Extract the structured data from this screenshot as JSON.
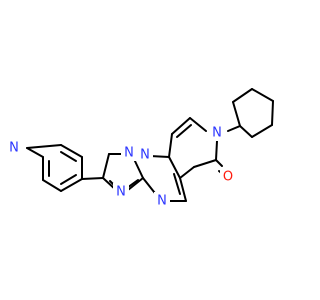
{
  "colors": {
    "bond": "#000000",
    "nitrogen": "#2B35FF",
    "oxygen": "#FF1A0D",
    "background": "#FFFFFF"
  },
  "atoms": {
    "n_pyridine": "N",
    "n_triazole_top": "N",
    "n_bridge": "N",
    "n_triazole_bottom": "N",
    "n_pyrimidine": "N",
    "n_pyridinone": "N",
    "o_carbonyl": "O"
  }
}
